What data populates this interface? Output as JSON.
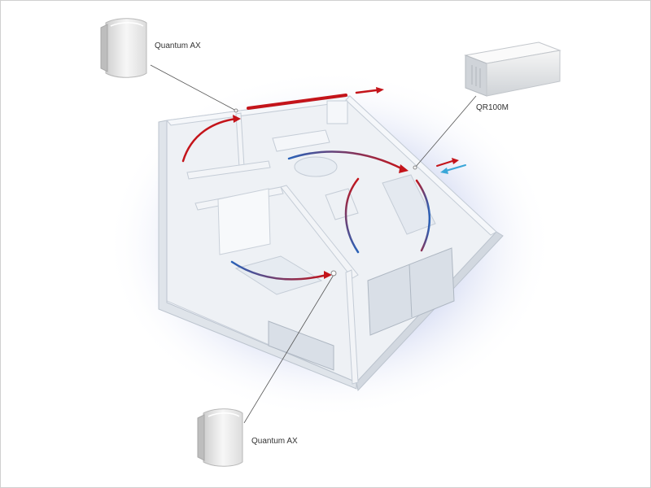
{
  "labels": {
    "top_unit": "Quantum AX",
    "right_unit": "QR100M",
    "bottom_unit": "Quantum AX"
  },
  "icons": {
    "top_unit": "wall-fan-icon",
    "right_unit": "heat-recovery-unit-icon",
    "bottom_unit": "wall-fan-icon"
  },
  "colors": {
    "warm_air": "#c4141a",
    "cool_air": "#2a62b8",
    "incoming_air": "#3aa6d8",
    "glow": "#b7c3e6",
    "walls": "#e9edf2"
  }
}
